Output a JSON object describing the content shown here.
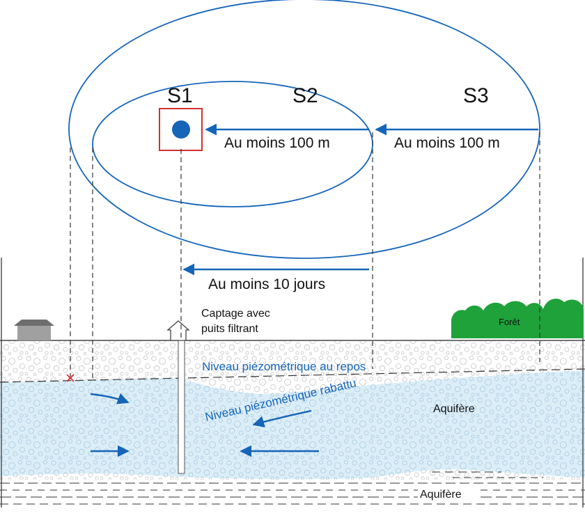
{
  "zones": {
    "s1": "S1",
    "s2": "S2",
    "s3": "S3"
  },
  "distances": {
    "s2_distance": "Au moins 100 m",
    "s3_distance": "Au moins 100 m",
    "travel_time": "Au moins 10 jours"
  },
  "labels": {
    "well": "Captage avec",
    "well_line2": "puits filtrant",
    "forest": "Forêt",
    "rest_level": "Niveau piézométrique au repos",
    "lowered_level": "Niveau piézométrique rabattu",
    "aquifer_upper": "Aquifère",
    "aquifer_lower": "Aquifère"
  },
  "colors": {
    "zone_outline": "#1565b8",
    "well_marker": "#1565b8",
    "well_frame": "#d32f2f",
    "groundwater": "#dbeef8",
    "forest": "#1fa23a",
    "house": "#a0a0a0",
    "cross_marker": "#d32f2f"
  }
}
